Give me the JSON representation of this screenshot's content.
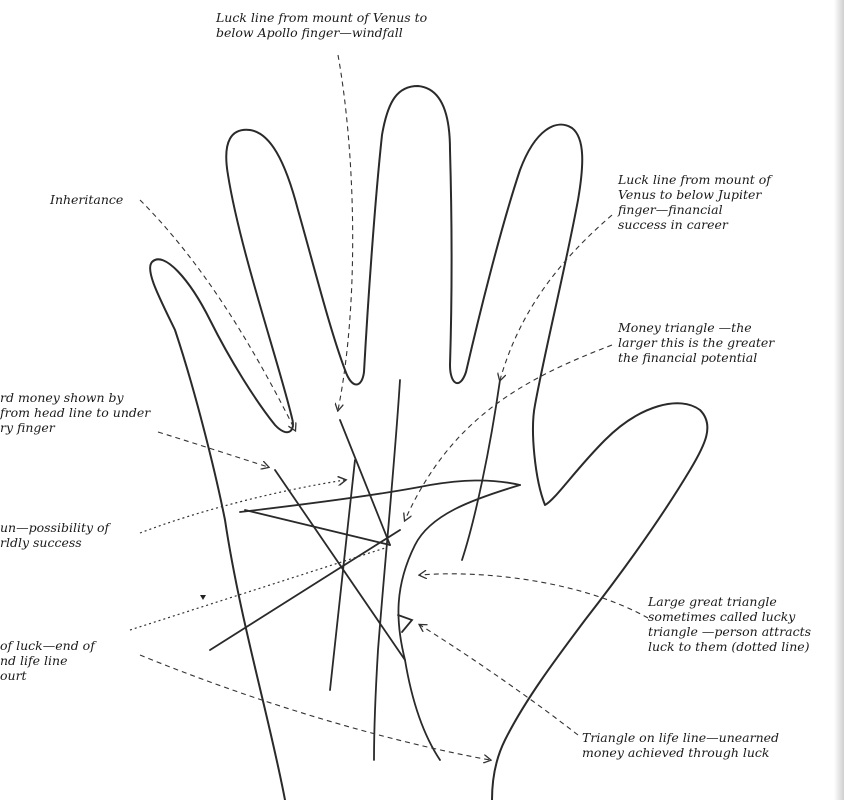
{
  "labels": {
    "luck_venus_apollo": [
      "Luck line from mount of Venus to",
      "below Apollo finger—windfall"
    ],
    "inheritance": [
      "Inheritance"
    ],
    "luck_venus_jupiter": [
      "Luck line from mount of",
      "Venus to below Jupiter",
      "finger—financial",
      "success in career"
    ],
    "money_triangle": [
      "Money triangle —the",
      "larger this is the greater",
      "the financial potential"
    ],
    "hard_money": [
      "rd money shown by",
      "from head line to under",
      "ry finger"
    ],
    "sun_line": [
      "un—possibility of",
      "rldly success"
    ],
    "cross_of_luck": [
      "of luck—end of",
      "nd life line",
      "ourt"
    ],
    "great_triangle": [
      "Large great triangle",
      "sometimes called lucky",
      "triangle —person attracts",
      "luck to them (dotted line)"
    ],
    "triangle_life_line": [
      "Triangle on life line—unearned",
      "money achieved through luck"
    ]
  }
}
